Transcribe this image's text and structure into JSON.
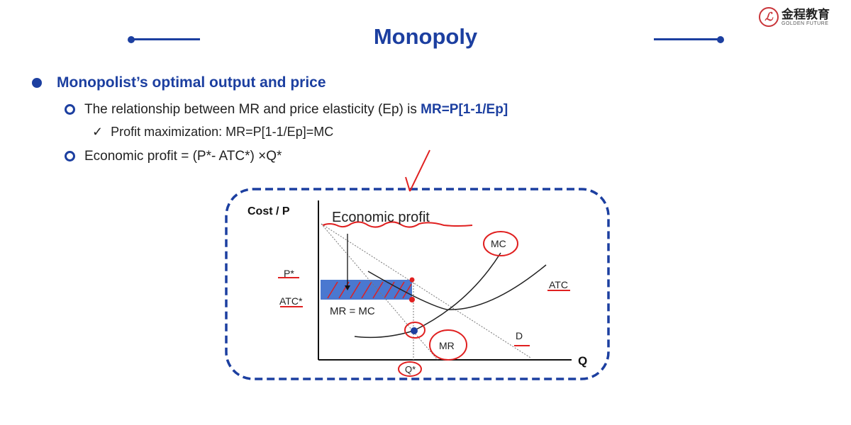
{
  "header": {
    "title": "Monopoly",
    "logo": {
      "cn": "金程教育",
      "en": "GOLDEN FUTURE"
    }
  },
  "content": {
    "heading": "Monopolist’s optimal output and price",
    "item1": {
      "text": "The relationship between MR and price elasticity (Ep) is ",
      "formula": "MR=P[1-1/Ep]"
    },
    "item1_sub": {
      "check": "✓",
      "text": "Profit maximization: MR=P[1-1/Ep]=MC"
    },
    "item2": {
      "text": "Economic profit = (P*- ATC*) ×Q*"
    }
  },
  "diagram": {
    "y_axis_label": "Cost / P",
    "x_axis_label": "Q",
    "economic_profit_label": "Economic profit",
    "p_star": "P*",
    "atc_star": "ATC*",
    "q_star": "Q*",
    "mr_eq_mc": "MR = MC",
    "curves": {
      "mc": "MC",
      "atc": "ATC",
      "d": "D",
      "mr": "MR"
    },
    "colors": {
      "frame": "#1c3fa0",
      "profit_fill": "#4a78d0",
      "annotation": "#e02020"
    }
  }
}
